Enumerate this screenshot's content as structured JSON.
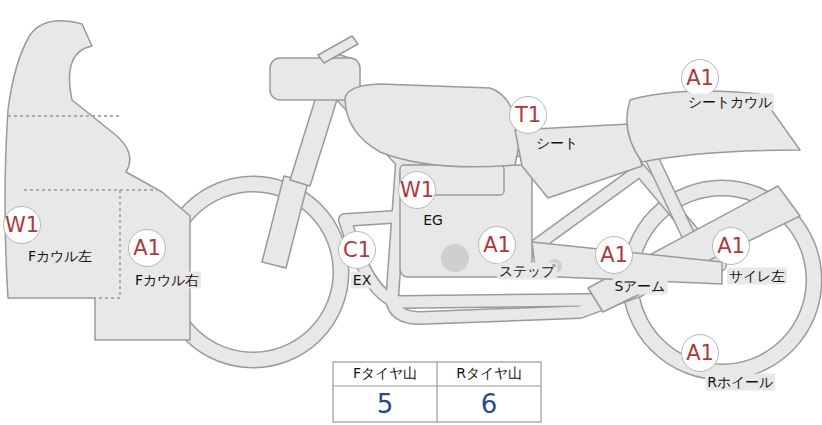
{
  "diagram": {
    "nodes": [
      {
        "text": [
          "A1",
          "シートカウル"
        ]
      },
      {
        "text": [
          "T1",
          "シート"
        ]
      },
      {
        "text": [
          "W1",
          "EG"
        ]
      },
      {
        "text": [
          "W1",
          "Fカウル左"
        ]
      },
      {
        "text": [
          "A1",
          "Fカウル右"
        ]
      },
      {
        "text": [
          "C1",
          "EX"
        ]
      },
      {
        "text": [
          "A1",
          "ステップ"
        ]
      },
      {
        "text": [
          "A1",
          "Sアーム"
        ]
      },
      {
        "text": [
          "A1",
          "サイレ左"
        ]
      },
      {
        "text": [
          "A1",
          "Rホイール"
        ]
      }
    ],
    "labels": [
      "Fタイヤ山",
      "Rタイヤ山",
      "5",
      "6"
    ]
  }
}
